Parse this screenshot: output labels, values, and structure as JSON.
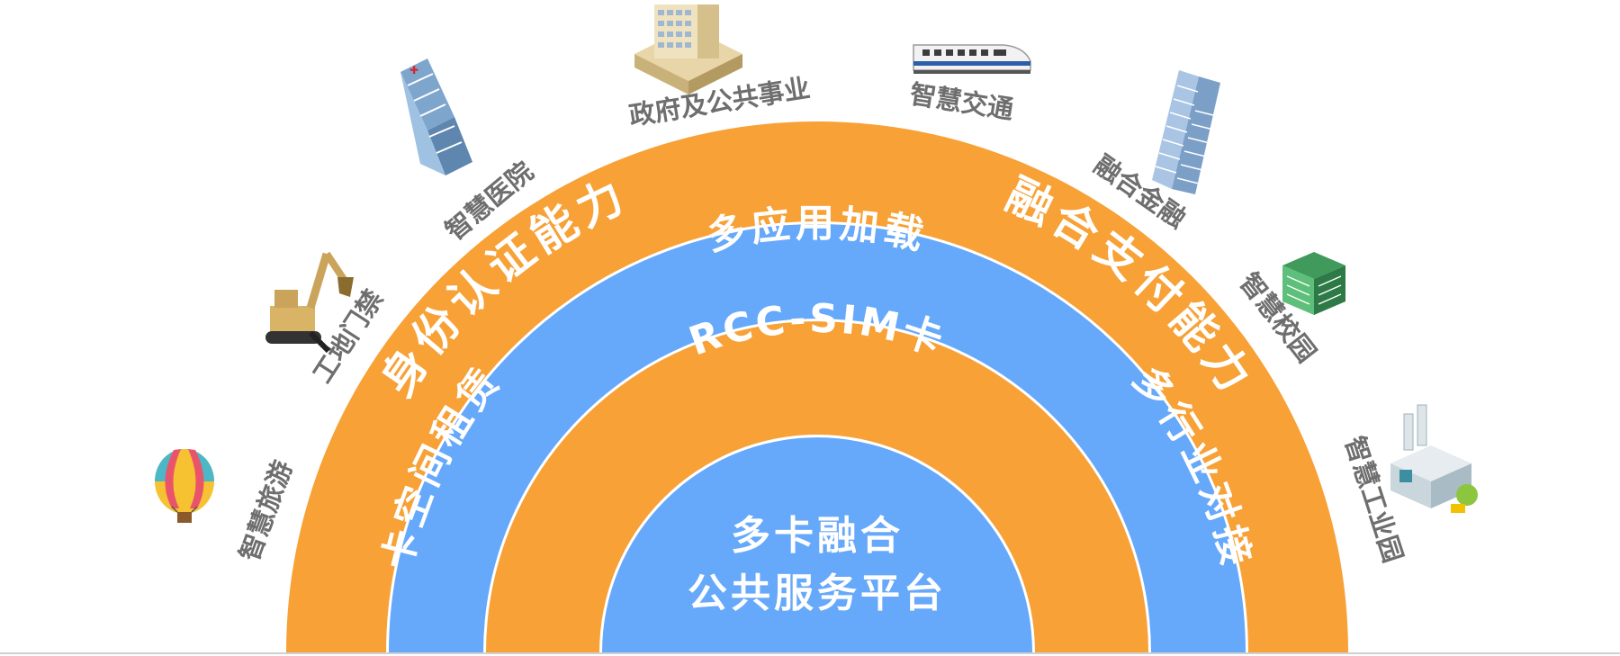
{
  "center": {
    "line1": "多卡融合",
    "line2": "公共服务平台"
  },
  "rings": {
    "sim": "RCC-SIM卡",
    "multi_app": "多应用加载",
    "card_rental": "卡空间租赁",
    "industry_docking": "多行业对接",
    "identity": "身份认证能力",
    "payment": "融合支付能力"
  },
  "scenarios": [
    {
      "label": "智慧旅游",
      "icon": "hot-air-balloon-icon"
    },
    {
      "label": "工地门禁",
      "icon": "excavator-icon"
    },
    {
      "label": "智慧医院",
      "icon": "hospital-building-icon"
    },
    {
      "label": "政府及公共事业",
      "icon": "government-building-icon"
    },
    {
      "label": "智慧交通",
      "icon": "bullet-train-icon"
    },
    {
      "label": "融合金融",
      "icon": "skyscraper-icon"
    },
    {
      "label": "智慧校园",
      "icon": "campus-building-icon"
    },
    {
      "label": "智慧工业园",
      "icon": "factory-icon"
    }
  ],
  "colors": {
    "orange": "#F7A136",
    "blue": "#66A8FA",
    "ring_text": "#FFFFFF",
    "scenario_text": "#6E6E6E"
  }
}
